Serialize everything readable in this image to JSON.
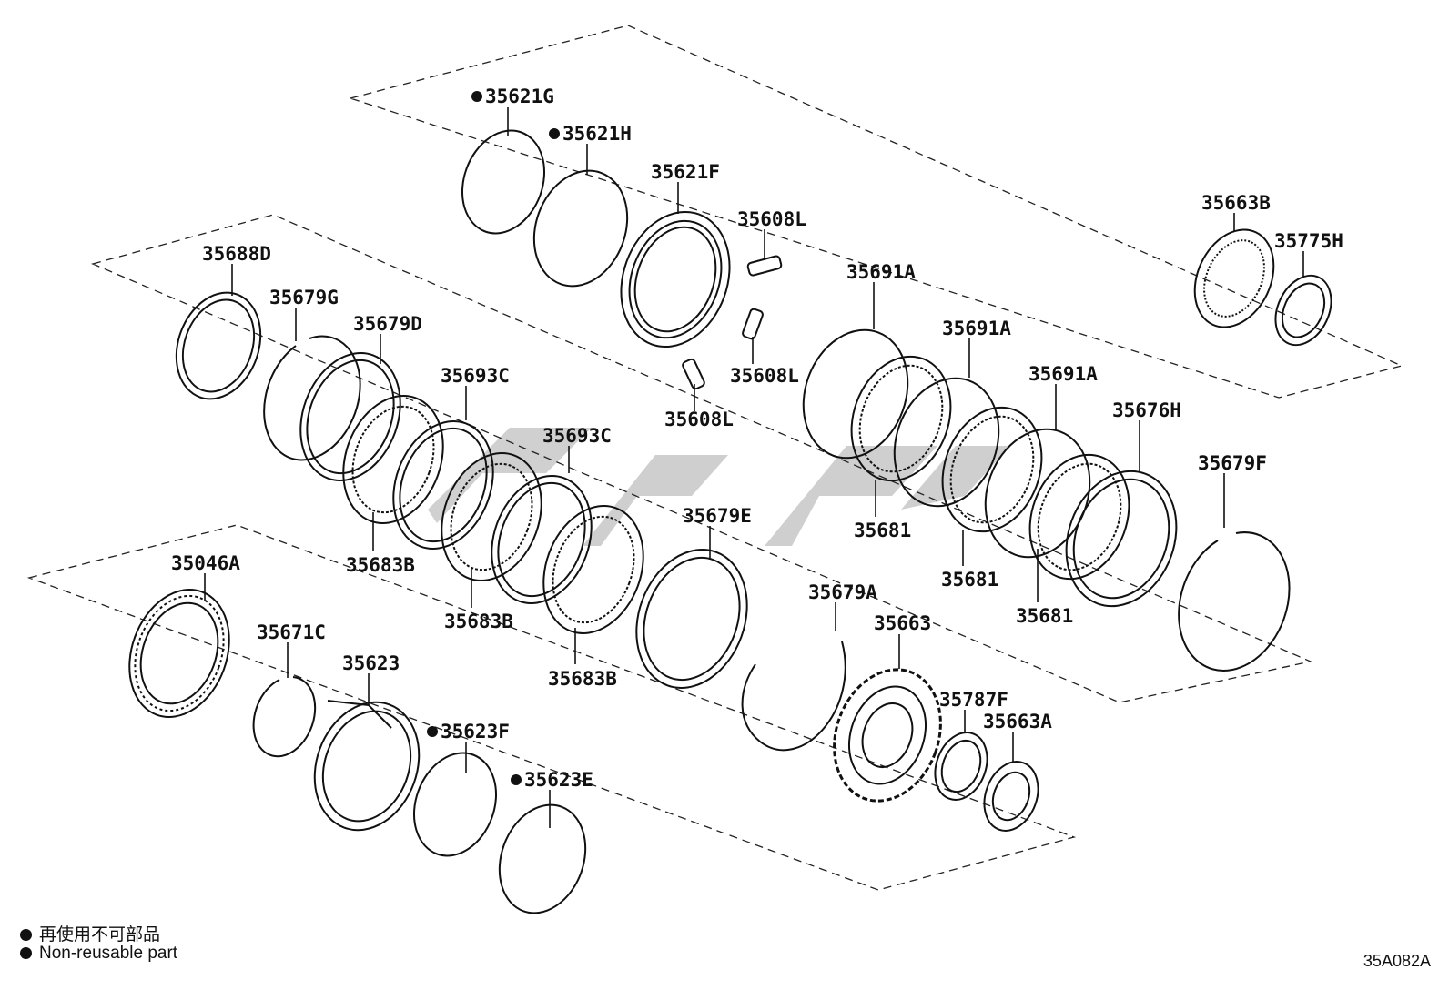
{
  "legend": {
    "line_jp": "再使用不可部品",
    "line_en": "Non-reusable part"
  },
  "diagram_code": "35A082A",
  "parts": [
    {
      "id": "p1",
      "label": "35621G",
      "non_reusable": true
    },
    {
      "id": "p2",
      "label": "35621H",
      "non_reusable": true
    },
    {
      "id": "p3",
      "label": "35621F",
      "non_reusable": false
    },
    {
      "id": "p4",
      "label": "35608L",
      "non_reusable": false
    },
    {
      "id": "p5",
      "label": "35608L",
      "non_reusable": false
    },
    {
      "id": "p6",
      "label": "35608L",
      "non_reusable": false
    },
    {
      "id": "p7",
      "label": "35663B",
      "non_reusable": false
    },
    {
      "id": "p8",
      "label": "35775H",
      "non_reusable": false
    },
    {
      "id": "p9",
      "label": "35688D",
      "non_reusable": false
    },
    {
      "id": "p10",
      "label": "35679G",
      "non_reusable": false
    },
    {
      "id": "p11",
      "label": "35679D",
      "non_reusable": false
    },
    {
      "id": "p12",
      "label": "35693C",
      "non_reusable": false
    },
    {
      "id": "p13",
      "label": "35693C",
      "non_reusable": false
    },
    {
      "id": "p14",
      "label": "35683B",
      "non_reusable": false
    },
    {
      "id": "p15",
      "label": "35683B",
      "non_reusable": false
    },
    {
      "id": "p16",
      "label": "35683B",
      "non_reusable": false
    },
    {
      "id": "p17",
      "label": "35679E",
      "non_reusable": false
    },
    {
      "id": "p18",
      "label": "35691A",
      "non_reusable": false
    },
    {
      "id": "p19",
      "label": "35691A",
      "non_reusable": false
    },
    {
      "id": "p20",
      "label": "35691A",
      "non_reusable": false
    },
    {
      "id": "p21",
      "label": "35676H",
      "non_reusable": false
    },
    {
      "id": "p22",
      "label": "35679F",
      "non_reusable": false
    },
    {
      "id": "p23",
      "label": "35681",
      "non_reusable": false
    },
    {
      "id": "p24",
      "label": "35681",
      "non_reusable": false
    },
    {
      "id": "p25",
      "label": "35681",
      "non_reusable": false
    },
    {
      "id": "p26",
      "label": "35679A",
      "non_reusable": false
    },
    {
      "id": "p27",
      "label": "35663",
      "non_reusable": false
    },
    {
      "id": "p28",
      "label": "35787F",
      "non_reusable": false
    },
    {
      "id": "p29",
      "label": "35663A",
      "non_reusable": false
    },
    {
      "id": "p30",
      "label": "35046A",
      "non_reusable": false
    },
    {
      "id": "p31",
      "label": "35671C",
      "non_reusable": false
    },
    {
      "id": "p32",
      "label": "35623",
      "non_reusable": false
    },
    {
      "id": "p33",
      "label": "35623F",
      "non_reusable": true
    },
    {
      "id": "p34",
      "label": "35623E",
      "non_reusable": true
    }
  ]
}
